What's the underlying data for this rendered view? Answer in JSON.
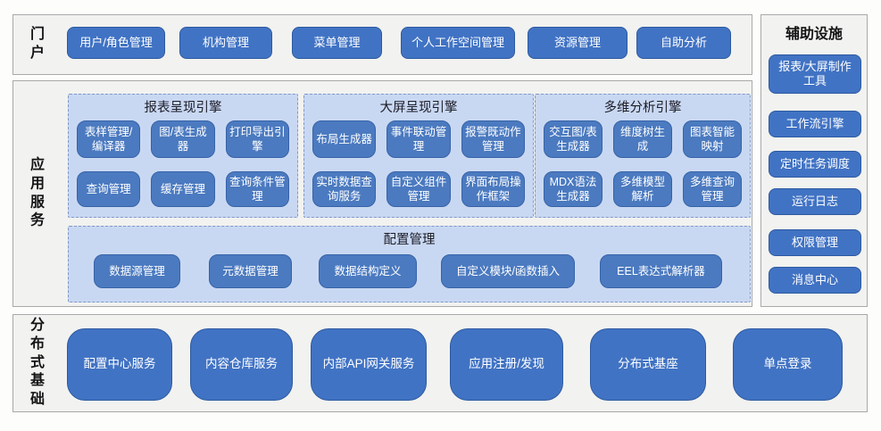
{
  "portal": {
    "label": "门户",
    "items": [
      "用户/角色管理",
      "机构管理",
      "菜单管理",
      "个人工作空间管理",
      "资源管理",
      "自助分析"
    ]
  },
  "app_services": {
    "label": "应用服务",
    "engines": [
      {
        "title": "报表呈现引擎",
        "items": [
          "表样管理/编译器",
          "图/表生成器",
          "打印导出引擎",
          "查询管理",
          "缓存管理",
          "查询条件管理"
        ]
      },
      {
        "title": "大屏呈现引擎",
        "items": [
          "布局生成器",
          "事件联动管理",
          "报警既动作管理",
          "实时数据查询服务",
          "自定义组件管理",
          "界面布局操作框架"
        ]
      },
      {
        "title": "多维分析引擎",
        "items": [
          "交互图/表生成器",
          "维度树生成",
          "图表智能映射",
          "MDX语法生成器",
          "多维模型解析",
          "多维查询管理"
        ]
      }
    ],
    "config": {
      "title": "配置管理",
      "items": [
        "数据源管理",
        "元数据管理",
        "数据结构定义",
        "自定义模块/函数插入",
        "EEL表达式解析器"
      ]
    }
  },
  "auxiliary": {
    "title": "辅助设施",
    "items": [
      "报表/大屏制作工具",
      "工作流引擎",
      "定时任务调度",
      "运行日志",
      "权限管理",
      "消息中心"
    ]
  },
  "distributed": {
    "label": "分布式基础",
    "items": [
      "配置中心服务",
      "内容仓库服务",
      "内部API网关服务",
      "应用注册/发现",
      "分布式基座",
      "单点登录"
    ]
  },
  "colors": {
    "button_blue": "#4173c4",
    "button_border": "#2d5aa0",
    "module_blue": "#4b7ac0",
    "module_border": "#3763a8",
    "group_fill": "#c9d8f2",
    "group_border": "#8098c8",
    "section_fill": "#f2f2f0",
    "section_border": "#a9a9a9"
  }
}
